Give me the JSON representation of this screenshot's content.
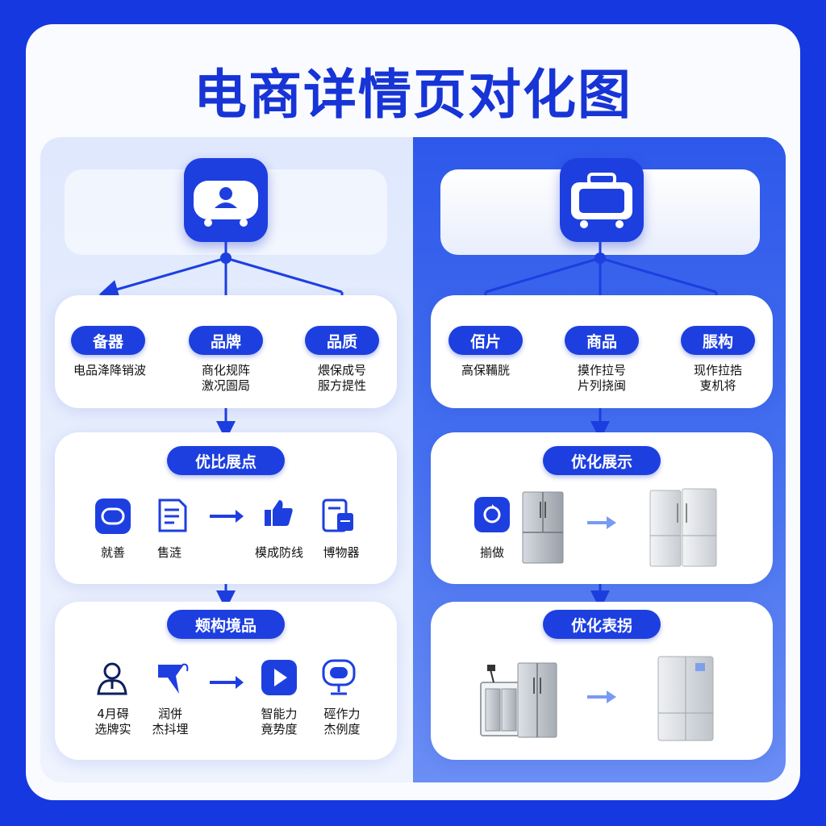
{
  "title": "电商详情页对化图",
  "left": {
    "categories": [
      {
        "label": "备器",
        "desc": "电品洚降销波"
      },
      {
        "label": "品牌",
        "desc": "商化规阵\n激况圄局"
      },
      {
        "label": "品质",
        "desc": "煨保成号\n服方提性"
      }
    ],
    "section2": {
      "label": "优比展点",
      "items": [
        {
          "icon": "chat-bubble-icon",
          "label": "就善"
        },
        {
          "icon": "document-icon",
          "label": "售涟"
        },
        {
          "icon": "thumbs-up-icon",
          "label": "模成防线"
        },
        {
          "icon": "clipboard-icon",
          "label": "博物器"
        }
      ]
    },
    "section3": {
      "label": "颊构境品",
      "items": [
        {
          "icon": "person-icon",
          "label": "4月碍\n选牌实"
        },
        {
          "icon": "flag-icon",
          "label": "润併\n杰抖埋"
        },
        {
          "icon": "play-icon",
          "label": "智能力\n竟势度"
        },
        {
          "icon": "monitor-icon",
          "label": "硜作力\n杰例度"
        }
      ]
    }
  },
  "right": {
    "categories": [
      {
        "label": "佰片",
        "desc": "高保鞴胱"
      },
      {
        "label": "商品",
        "desc": "摸作拉号\n片列挠闽"
      },
      {
        "label": "脹构",
        "desc": "现作拉捁\n叓机将"
      }
    ],
    "section2": {
      "label": "优化展示",
      "items": [
        {
          "icon": "refresh-icon",
          "label": "揃做"
        }
      ]
    },
    "section3": {
      "label": "优化表拐"
    }
  },
  "colors": {
    "accent": "#1d3fe0",
    "background": "#1638e0",
    "arrow_light": "#7a9af2"
  }
}
